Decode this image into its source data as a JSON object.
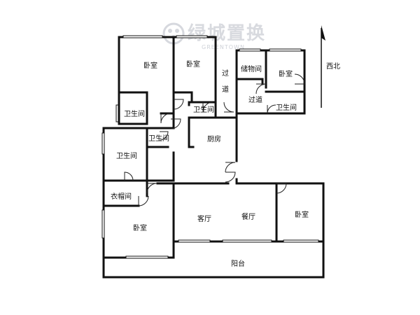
{
  "watermark": {
    "brand_cn": "绿城置换",
    "brand_en": "GREENTOWN"
  },
  "compass": {
    "label": "西北"
  },
  "rooms": {
    "bedroom_top_left": "卧室",
    "bedroom_top_mid": "卧室",
    "corridor_vertical": [
      "过",
      "道"
    ],
    "storage": "储物间",
    "bedroom_top_right": "卧室",
    "corridor_right": "过道",
    "bathroom_top_right": "卫生间",
    "bathroom_mid": "卫生间",
    "bathroom_left_small": "卫生间",
    "bathroom_center_small": "卫生间",
    "kitchen": "厨房",
    "bathroom_left_big": "卫生间",
    "cloakroom": "衣帽间",
    "bedroom_bottom_left": "卧室",
    "living_room": "客厅",
    "dining_room": "餐厅",
    "bedroom_bottom_right": "卧室",
    "balcony": "阳台"
  }
}
